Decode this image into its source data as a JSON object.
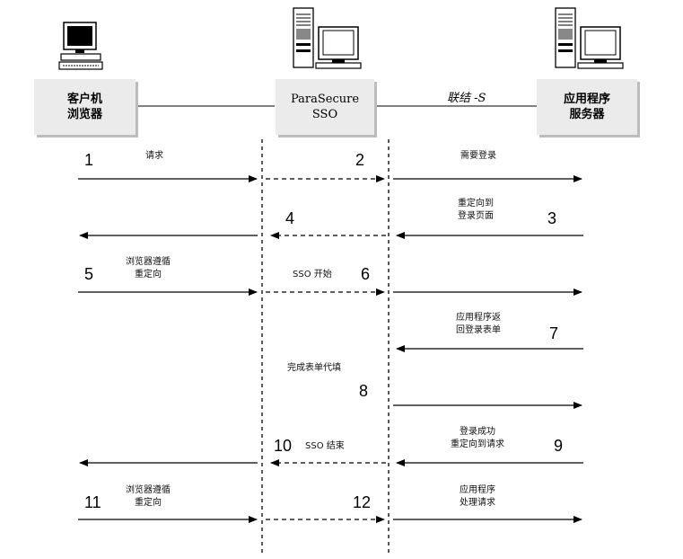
{
  "nodes": {
    "client": {
      "line1": "客户机",
      "line2": "浏览器"
    },
    "sso": {
      "line1": "ParaSecure",
      "line2": "SSO"
    },
    "appserver": {
      "line1": "应用程序",
      "line2": "服务器"
    }
  },
  "link_label": "联结 -S",
  "steps": [
    {
      "num": "1",
      "label": "请求"
    },
    {
      "num": "2",
      "label": "需要登录"
    },
    {
      "num": "3",
      "label": "重定向到\n登录页面"
    },
    {
      "num": "4",
      "label": ""
    },
    {
      "num": "5",
      "label": "浏览器遵循\n重定向"
    },
    {
      "num": "6",
      "label": "SSO 开始"
    },
    {
      "num": "7",
      "label": "应用程序返\n回登录表单"
    },
    {
      "num": "8",
      "label": "完成表单代填"
    },
    {
      "num": "9",
      "label": "登录成功\n重定向到请求"
    },
    {
      "num": "10",
      "label": "SSO 结束"
    },
    {
      "num": "11",
      "label": "浏览器遵循\n重定向"
    },
    {
      "num": "12",
      "label": "应用程序\n处理请求"
    }
  ],
  "icons": [
    "desktop-computer-icon",
    "server-tower-icon",
    "server-tower-icon"
  ]
}
